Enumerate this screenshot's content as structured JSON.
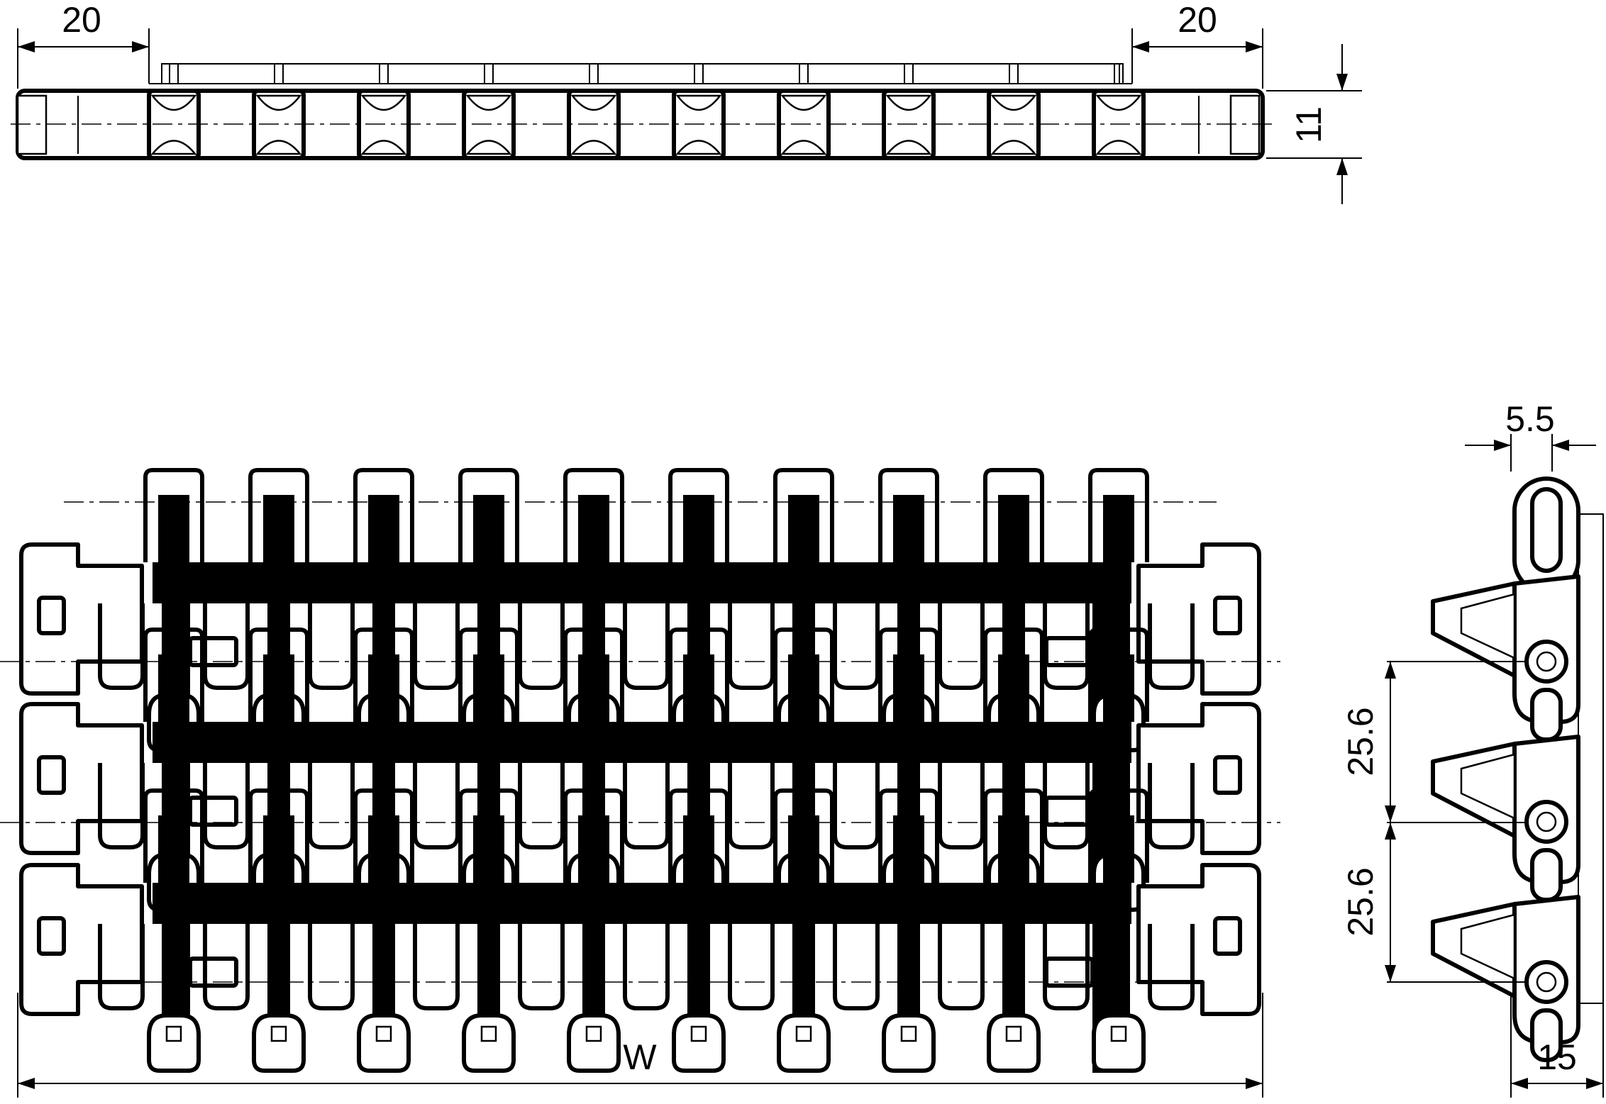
{
  "drawing": {
    "title": "",
    "dimensions": {
      "top_left_width": "20",
      "top_right_width": "20",
      "height": "11",
      "overall_width": "W",
      "side_offset": "5.5",
      "pitch_1": "25.6",
      "pitch_2": "25.6",
      "side_depth": "15"
    },
    "views": {
      "top": {
        "roller_count": 10
      },
      "plan": {
        "rows": 3,
        "hinge_count": 10
      },
      "side": {
        "flights": 3
      }
    }
  }
}
